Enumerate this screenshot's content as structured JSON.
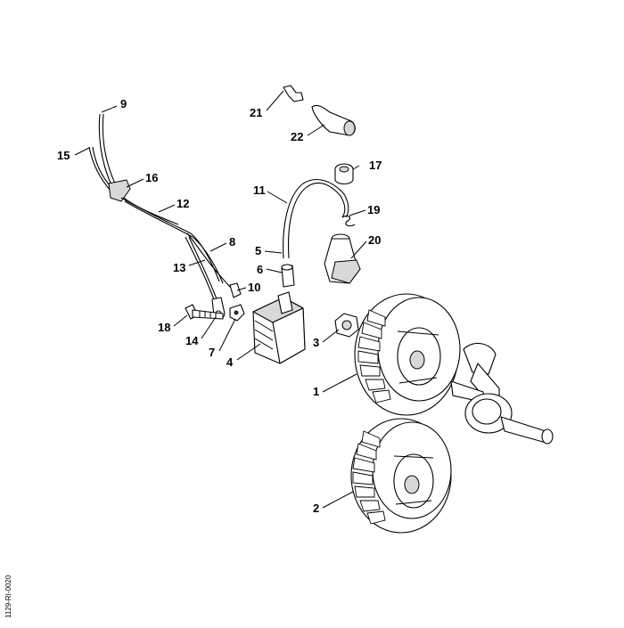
{
  "callouts": [
    {
      "id": "1",
      "label": "1"
    },
    {
      "id": "2",
      "label": "2"
    },
    {
      "id": "3",
      "label": "3"
    },
    {
      "id": "4",
      "label": "4"
    },
    {
      "id": "5",
      "label": "5"
    },
    {
      "id": "6",
      "label": "6"
    },
    {
      "id": "7",
      "label": "7"
    },
    {
      "id": "8",
      "label": "8"
    },
    {
      "id": "9",
      "label": "9"
    },
    {
      "id": "10",
      "label": "10"
    },
    {
      "id": "11",
      "label": "11"
    },
    {
      "id": "12",
      "label": "12"
    },
    {
      "id": "13",
      "label": "13"
    },
    {
      "id": "14",
      "label": "14"
    },
    {
      "id": "15",
      "label": "15"
    },
    {
      "id": "16",
      "label": "16"
    },
    {
      "id": "17",
      "label": "17"
    },
    {
      "id": "18",
      "label": "18"
    },
    {
      "id": "19",
      "label": "19"
    },
    {
      "id": "20",
      "label": "20"
    },
    {
      "id": "21",
      "label": "21"
    },
    {
      "id": "22",
      "label": "22"
    }
  ],
  "document_id": "1129-RI-0020"
}
